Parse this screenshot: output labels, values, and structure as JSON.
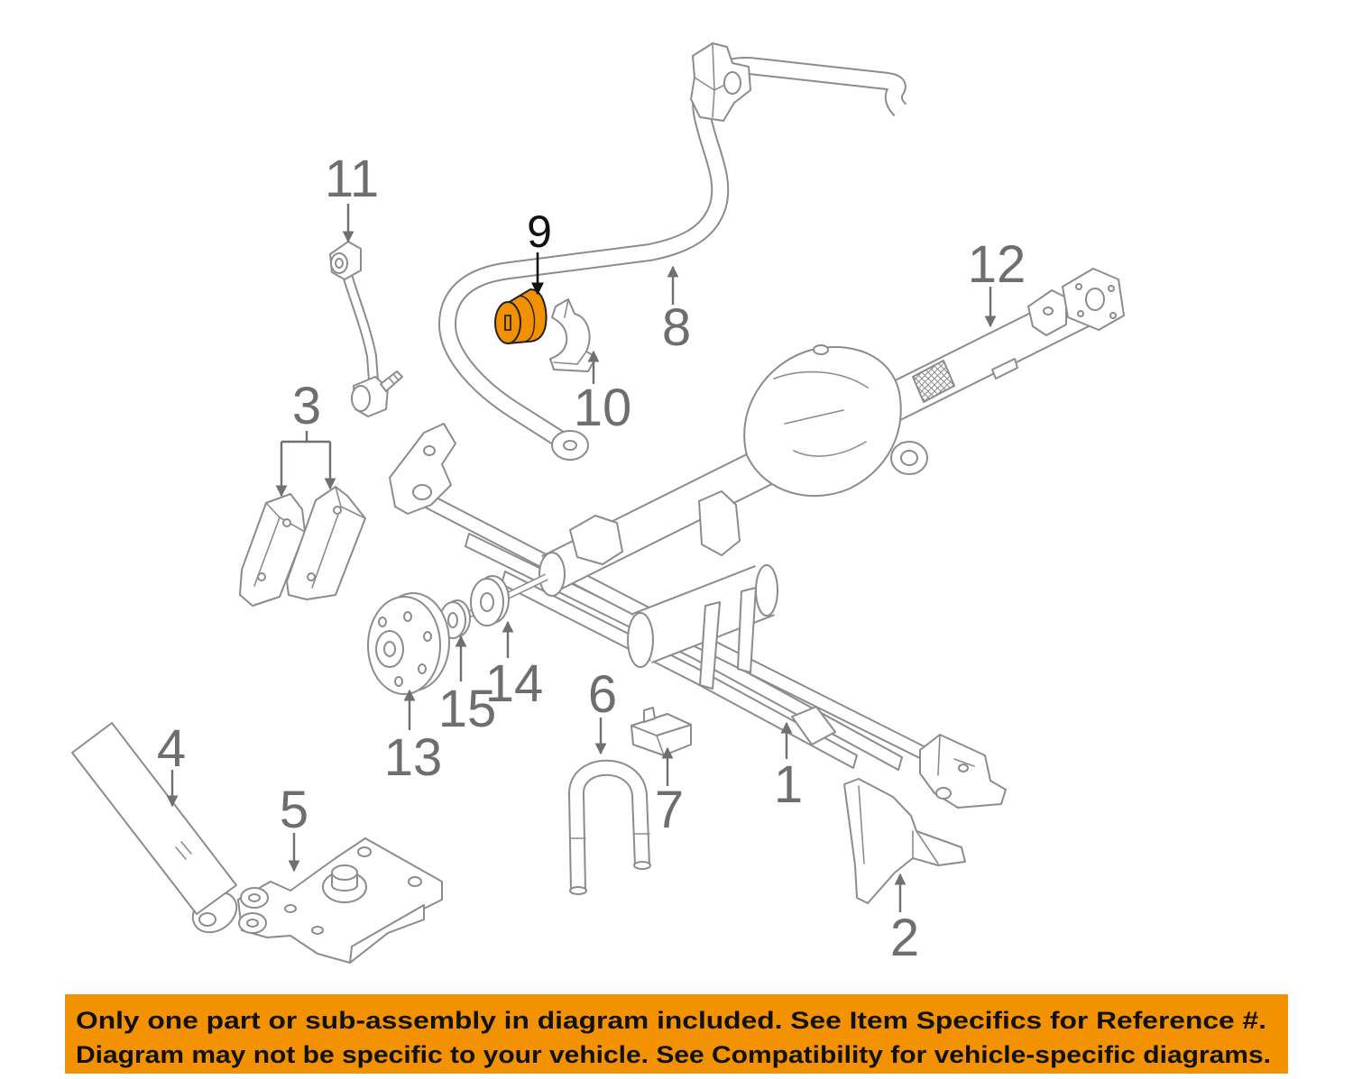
{
  "diagram": {
    "callouts": [
      "1",
      "2",
      "3",
      "4",
      "5",
      "6",
      "7",
      "8",
      "9",
      "10",
      "11",
      "12",
      "13",
      "14",
      "15"
    ],
    "highlight_color": "#F29100",
    "line_color": "#8c8c8c"
  },
  "banner": {
    "line1": "Only one part or sub-assembly in diagram included. See Item Specifics for Reference #.",
    "line2": "Diagram may not be specific to your vehicle. See Compatibility for vehicle-specific diagrams.",
    "background_color": "#F39200"
  }
}
